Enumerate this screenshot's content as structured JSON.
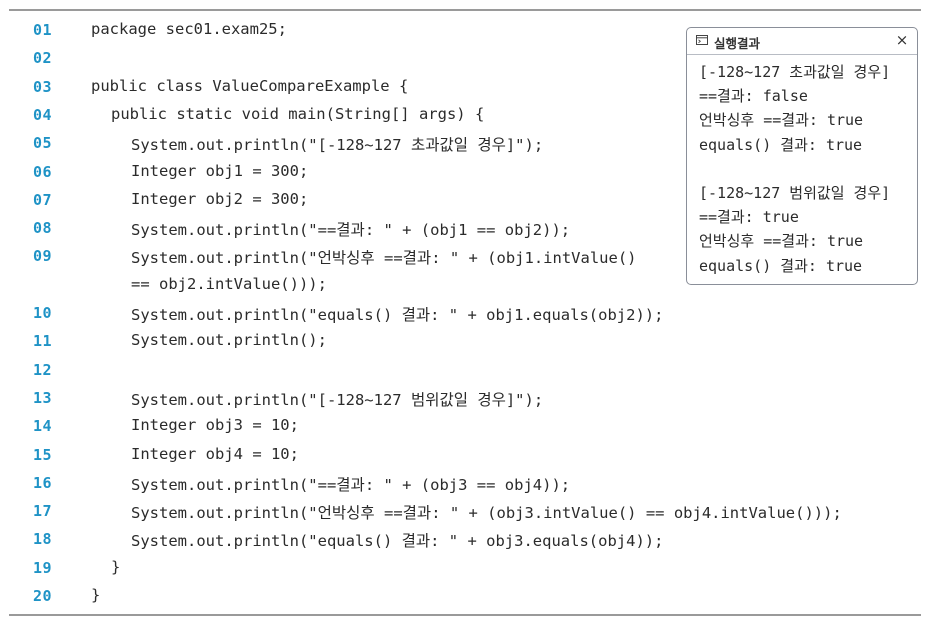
{
  "code_lines": [
    {
      "num": "01",
      "indent": 0,
      "text": "package sec01.exam25;"
    },
    {
      "num": "02",
      "indent": 0,
      "text": ""
    },
    {
      "num": "03",
      "indent": 0,
      "text": "public class ValueCompareExample {"
    },
    {
      "num": "04",
      "indent": 1,
      "text": "public static void main(String[] args) {"
    },
    {
      "num": "05",
      "indent": 2,
      "text": "System.out.println(\"[-128~127 초과값일 경우]\");"
    },
    {
      "num": "06",
      "indent": 2,
      "text": "Integer obj1 = 300;"
    },
    {
      "num": "07",
      "indent": 2,
      "text": "Integer obj2 = 300;"
    },
    {
      "num": "08",
      "indent": 2,
      "text": "System.out.println(\"==결과: \" + (obj1 == obj2));"
    },
    {
      "num": "09",
      "indent": 2,
      "text": "System.out.println(\"언박싱후 ==결과: \" + (obj1.intValue()"
    },
    {
      "num": "",
      "indent": 2,
      "text": "== obj2.intValue()));"
    },
    {
      "num": "10",
      "indent": 2,
      "text": "System.out.println(\"equals() 결과: \" + obj1.equals(obj2));"
    },
    {
      "num": "11",
      "indent": 2,
      "text": "System.out.println();"
    },
    {
      "num": "12",
      "indent": 0,
      "text": ""
    },
    {
      "num": "13",
      "indent": 2,
      "text": "System.out.println(\"[-128~127 범위값일 경우]\");"
    },
    {
      "num": "14",
      "indent": 2,
      "text": "Integer obj3 = 10;"
    },
    {
      "num": "15",
      "indent": 2,
      "text": "Integer obj4 = 10;"
    },
    {
      "num": "16",
      "indent": 2,
      "text": "System.out.println(\"==결과: \" + (obj3 == obj4));"
    },
    {
      "num": "17",
      "indent": 2,
      "text": "System.out.println(\"언박싱후 ==결과: \" + (obj3.intValue() == obj4.intValue()));"
    },
    {
      "num": "18",
      "indent": 2,
      "text": "System.out.println(\"equals() 결과: \" + obj3.equals(obj4));"
    },
    {
      "num": "19",
      "indent": 1,
      "text": "}"
    },
    {
      "num": "20",
      "indent": 0,
      "text": "}"
    }
  ],
  "result_panel": {
    "title": "실행결과",
    "close_label": "×",
    "icon": "console-window-icon",
    "output_lines": [
      "[-128~127 초과값일 경우]",
      "==결과: false",
      "언박싱후 ==결과: true",
      "equals() 결과: true",
      "",
      "[-128~127 범위값일 경우]",
      "==결과: true",
      "언박싱후 ==결과: true",
      "equals() 결과: true"
    ]
  },
  "colors": {
    "line_number": "#1f93c6",
    "code_text": "#2b2b2b",
    "rule": "#9a9a9a",
    "panel_border": "#8a8f99"
  }
}
